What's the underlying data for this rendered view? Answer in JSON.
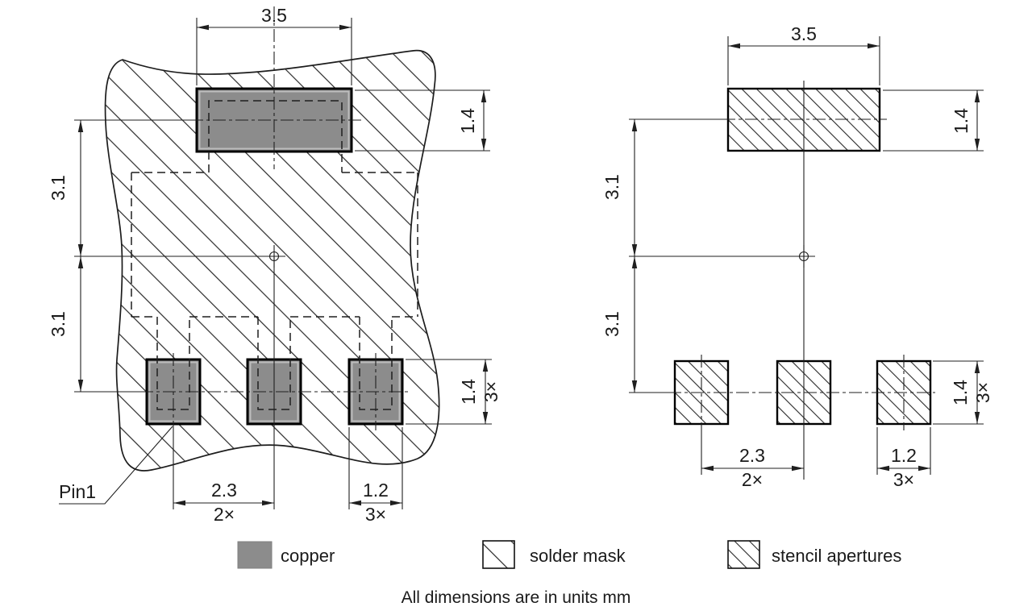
{
  "dims": {
    "top_pad_width": "3.5",
    "top_pad_height": "1.4",
    "upper_row_offset": "3.1",
    "lower_row_offset": "3.1",
    "bottom_pad_pitch": "2.3",
    "bottom_pad_pitch_qty": "2×",
    "bottom_pad_width": "1.2",
    "bottom_pad_width_qty": "3×",
    "bottom_pad_height": "1.4",
    "bottom_pad_height_qty": "3×"
  },
  "labels": {
    "pin1": "Pin1"
  },
  "legend": {
    "copper": "copper",
    "solder_mask": "solder mask",
    "stencil_apertures": "stencil apertures"
  },
  "note": "All dimensions are in units mm",
  "colors": {
    "copper_fill": "#8c8c8c",
    "line": "#1f1f1f",
    "background": "#ffffff"
  }
}
